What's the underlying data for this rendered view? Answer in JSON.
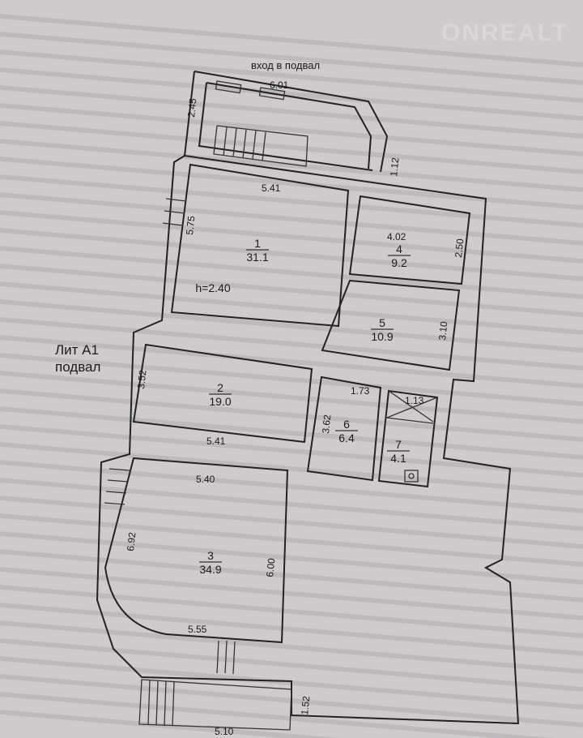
{
  "watermark": "ONREALT",
  "entrance_label": "вход в подвал",
  "building_label": {
    "line1": "Лит А1",
    "line2": "подвал"
  },
  "ceiling_height": "h=2.40",
  "rooms": [
    {
      "number": "1",
      "area": "31.1"
    },
    {
      "number": "2",
      "area": "19.0"
    },
    {
      "number": "3",
      "area": "34.9"
    },
    {
      "number": "4",
      "area": "9.2"
    },
    {
      "number": "5",
      "area": "10.9"
    },
    {
      "number": "6",
      "area": "6.4"
    },
    {
      "number": "7",
      "area": "4.1"
    }
  ],
  "dimensions": {
    "entrance_width": "6.01",
    "entrance_depth": "2.45",
    "entrance_side": "1.12",
    "room1_width": "5.41",
    "room1_length": "5.75",
    "room4_width": "4.02",
    "room4_length": "2.50",
    "room5_length": "3.10",
    "room2_length": "3.52",
    "room2_width": "5.41",
    "room6_width": "1.73",
    "room6_length": "3.62",
    "room7_width": "1.13",
    "room3_width": "5.40",
    "room3_length_left": "6.92",
    "room3_length_right": "6.00",
    "room3_bottom": "5.55",
    "stair_width": "5.10",
    "stair_depth": "1.52"
  }
}
